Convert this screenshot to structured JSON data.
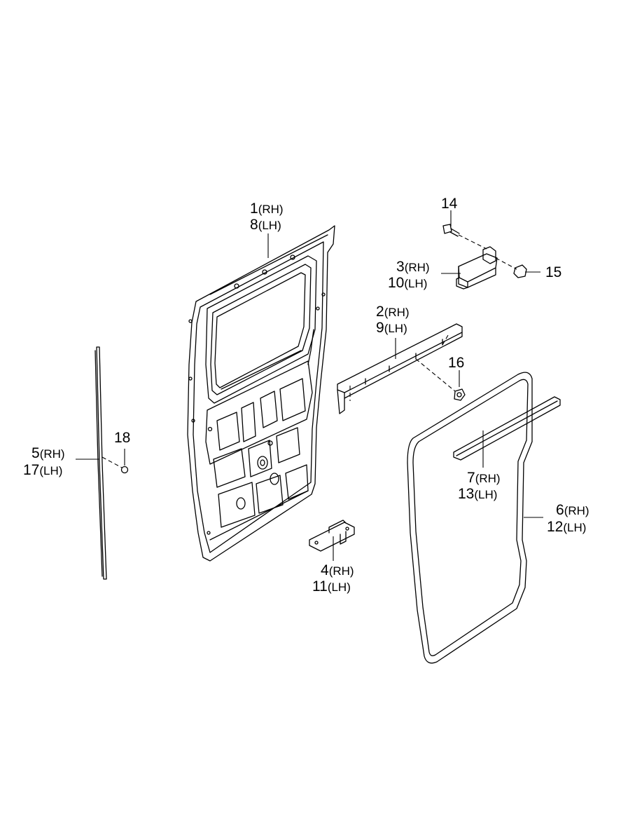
{
  "callouts": [
    {
      "id": "c1",
      "num": "1",
      "suffix": "(RH)"
    },
    {
      "id": "c8",
      "num": "8",
      "suffix": "(LH)"
    },
    {
      "id": "c14",
      "num": "14",
      "suffix": ""
    },
    {
      "id": "c3",
      "num": "3",
      "suffix": "(RH)"
    },
    {
      "id": "c10",
      "num": "10",
      "suffix": "(LH)"
    },
    {
      "id": "c15",
      "num": "15",
      "suffix": ""
    },
    {
      "id": "c2",
      "num": "2",
      "suffix": "(RH)"
    },
    {
      "id": "c9",
      "num": "9",
      "suffix": "(LH)"
    },
    {
      "id": "c16",
      "num": "16",
      "suffix": ""
    },
    {
      "id": "c18",
      "num": "18",
      "suffix": ""
    },
    {
      "id": "c5",
      "num": "5",
      "suffix": "(RH)"
    },
    {
      "id": "c17",
      "num": "17",
      "suffix": "(LH)"
    },
    {
      "id": "c7",
      "num": "7",
      "suffix": "(RH)"
    },
    {
      "id": "c13",
      "num": "13",
      "suffix": "(LH)"
    },
    {
      "id": "c6",
      "num": "6",
      "suffix": "(RH)"
    },
    {
      "id": "c12",
      "num": "12",
      "suffix": "(LH)"
    },
    {
      "id": "c4",
      "num": "4",
      "suffix": "(RH)"
    },
    {
      "id": "c11",
      "num": "11",
      "suffix": "(LH)"
    }
  ]
}
